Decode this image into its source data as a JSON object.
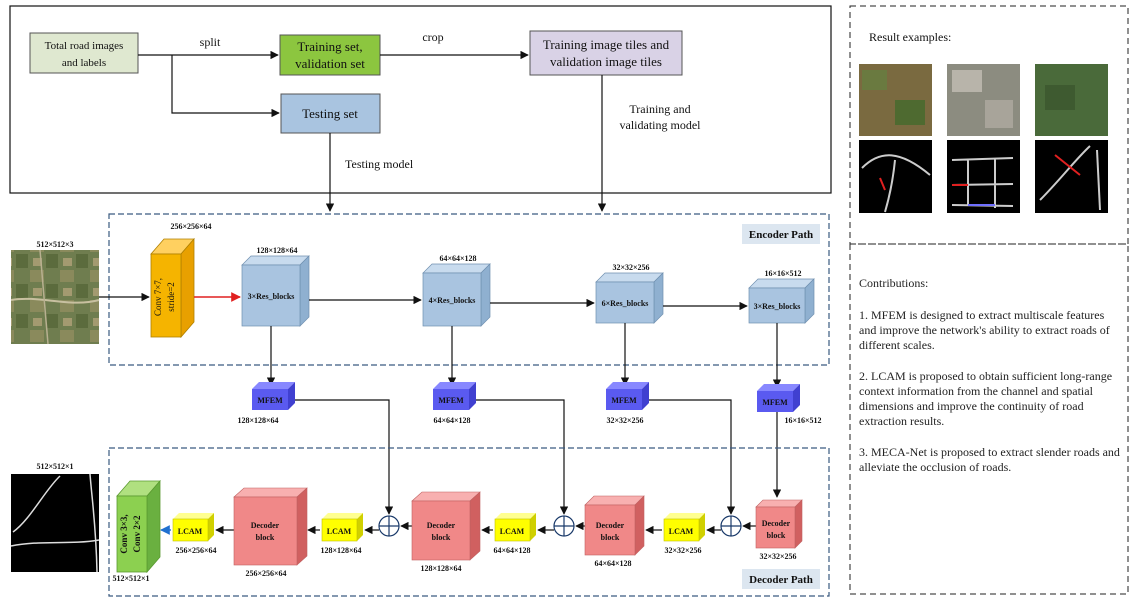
{
  "flow": {
    "total": [
      "Total road images",
      "and labels"
    ],
    "train": [
      "Training set,",
      "validation set"
    ],
    "tiles": [
      "Training image tiles and",
      "validation image tiles"
    ],
    "test": "Testing set",
    "split": "split",
    "crop": "crop",
    "testing_model": "Testing model",
    "training_model": [
      "Training and",
      "validating model"
    ]
  },
  "encoder": {
    "title": "Encoder Path",
    "input_dim": "512×512×3",
    "conv_label": [
      "Conv 7×7,",
      "stride=2"
    ],
    "conv_dim": "256×256×64",
    "blocks": [
      {
        "label": "3×Res_blocks",
        "dim": "128×128×64"
      },
      {
        "label": "4×Res_blocks",
        "dim": "64×64×128"
      },
      {
        "label": "6×Res_blocks",
        "dim": "32×32×256"
      },
      {
        "label": "3×Res_blocks",
        "dim": "16×16×512"
      }
    ]
  },
  "mfem": [
    {
      "label": "MFEM",
      "dim": "128×128×64"
    },
    {
      "label": "MFEM",
      "dim": "64×64×128"
    },
    {
      "label": "MFEM",
      "dim": "32×32×256"
    },
    {
      "label": "MFEM",
      "dim": "16×16×512"
    }
  ],
  "decoder": {
    "title": "Decoder Path",
    "output_dim": "512×512×1",
    "final_conv": [
      "Conv 3×3,",
      "Conv 2×2"
    ],
    "final_dim": "512×512×1",
    "blocks": [
      {
        "label": [
          "Decoder",
          "block"
        ],
        "dim": "256×256×64"
      },
      {
        "label": [
          "Decoder",
          "block"
        ],
        "dim": "128×128×64"
      },
      {
        "label": [
          "Decoder",
          "block"
        ],
        "dim": "64×64×128"
      },
      {
        "label": [
          "Decoder",
          "block"
        ],
        "dim": "32×32×256"
      }
    ],
    "lcam": [
      {
        "label": "LCAM",
        "dim": "256×256×64"
      },
      {
        "label": "LCAM",
        "dim": "128×128×64"
      },
      {
        "label": "LCAM",
        "dim": "64×64×128"
      },
      {
        "label": "LCAM",
        "dim": "32×32×256"
      }
    ]
  },
  "results": {
    "title": "Result examples:"
  },
  "contributions": {
    "title": "Contributions:",
    "items": [
      "1. MFEM is designed to extract multiscale features and improve the network's ability to extract roads of different scales.",
      "2. LCAM is proposed to obtain sufficient long-range context information from the channel and spatial dimensions and improve the continuity of road extraction results.",
      "3. MECA-Net is proposed to extract slender roads and alleviate the occlusion of roads."
    ]
  },
  "colors": {
    "total": "#dfe8d0",
    "train": "#8cc63f",
    "tiles": "#d9d2e6",
    "test": "#a9c4e0",
    "conv": "#f5b400",
    "res": "#a9c4e0",
    "mfem": "#5a5af0",
    "decoder": "#f08888",
    "lcam": "#ffff00",
    "final": "#8cd050",
    "title_bg": "#dce6f0"
  }
}
